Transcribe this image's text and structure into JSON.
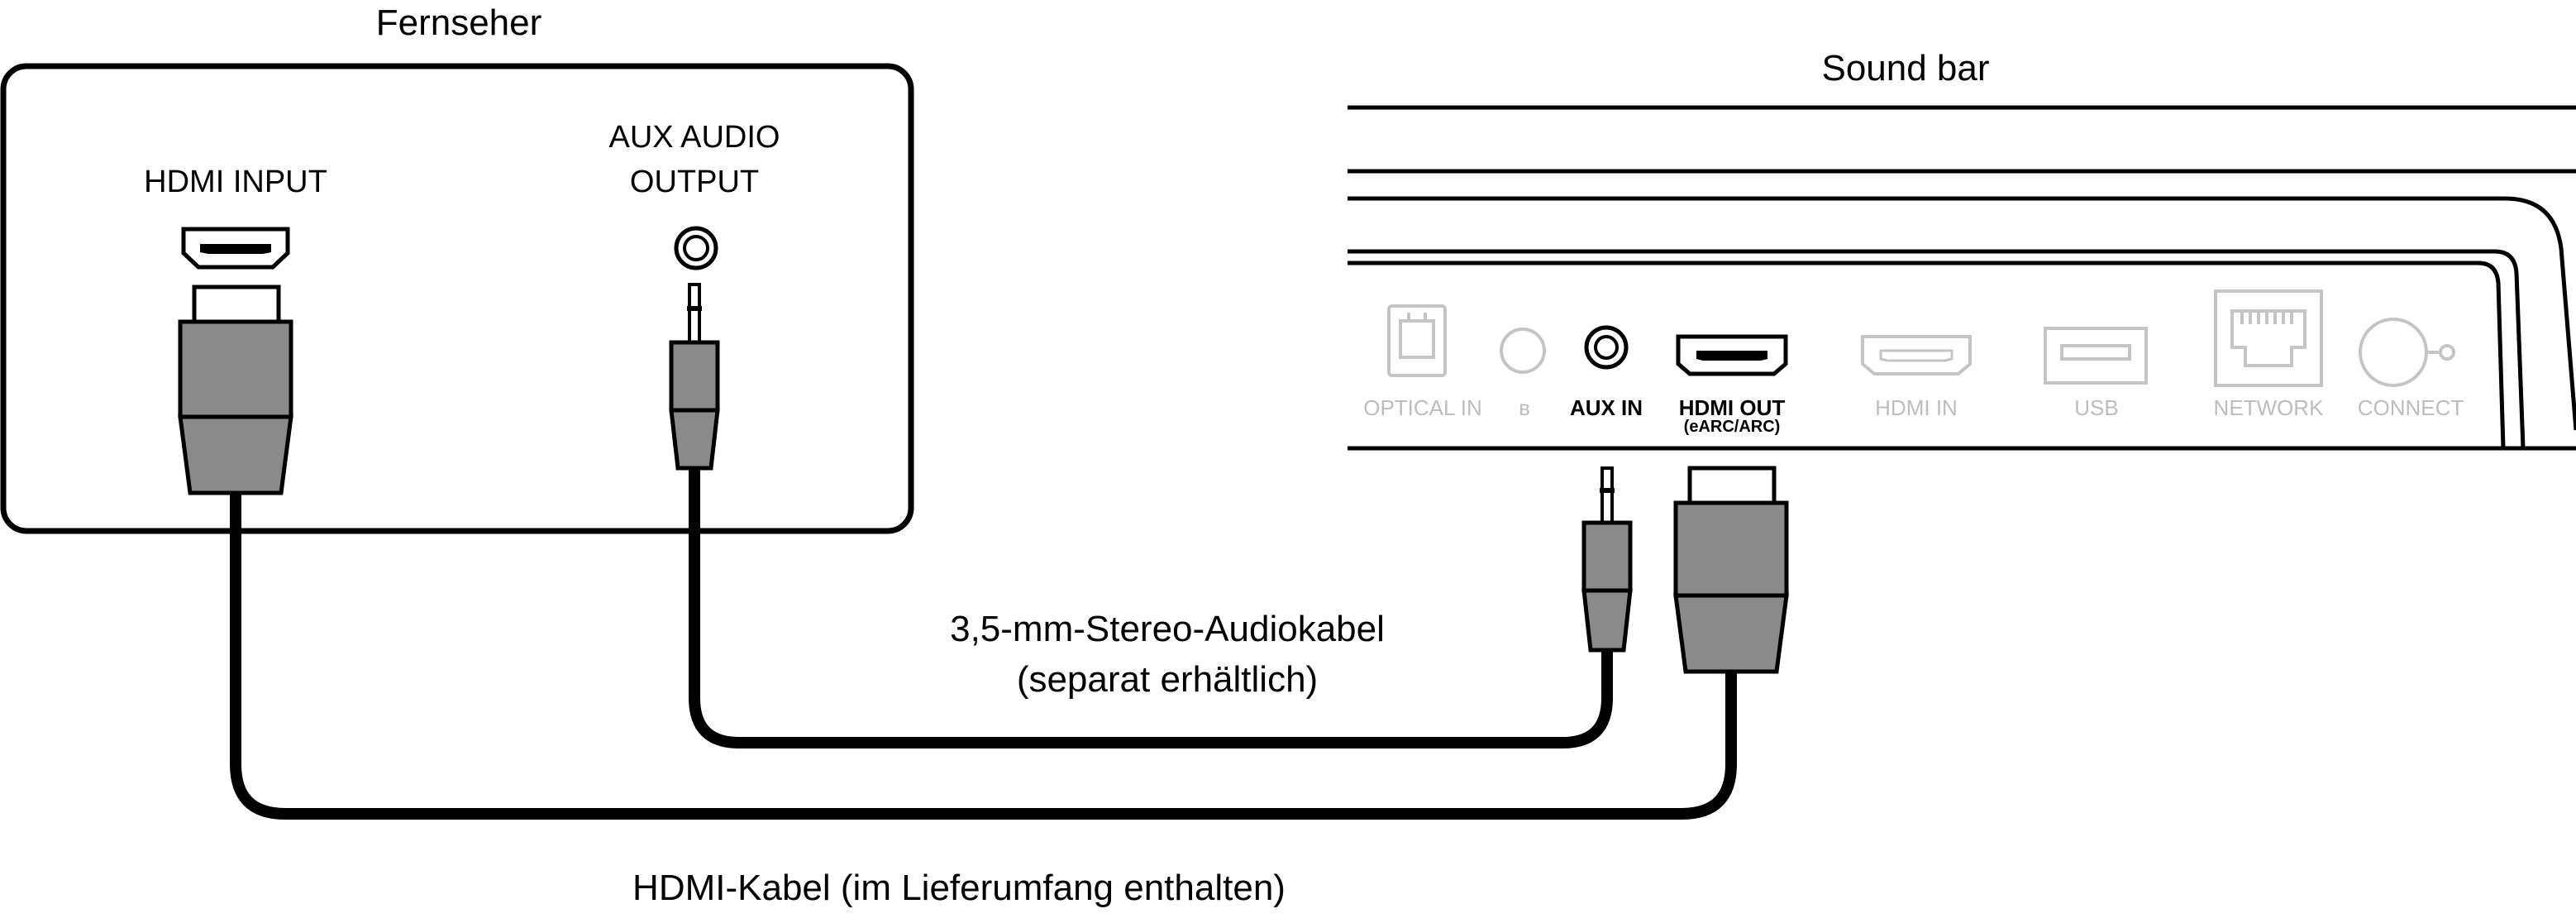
{
  "tv": {
    "label": "Fernseher",
    "hdmi_port_label": "HDMI INPUT",
    "aux_port_label_line1": "AUX AUDIO",
    "aux_port_label_line2": "OUTPUT"
  },
  "soundbar": {
    "label": "Sound bar",
    "ports": {
      "optical": "OPTICAL IN",
      "bluetooth": "ʙ",
      "aux_in": "AUX IN",
      "hdmi_out": "HDMI OUT",
      "hdmi_out_sub": "(eARC/ARC)",
      "hdmi_in": "HDMI IN",
      "usb": "USB",
      "network": "NETWORK",
      "connect": "CONNECT"
    }
  },
  "cables": {
    "audio_line1": "3,5-mm-Stereo-Audiokabel",
    "audio_line2": "(separat erhältlich)",
    "hdmi": "HDMI-Kabel (im Lieferumfang enthalten)"
  },
  "colors": {
    "plug_fill": "#8a8a8a",
    "cable": "#000000",
    "inactive_port": "#c4c4c4"
  }
}
